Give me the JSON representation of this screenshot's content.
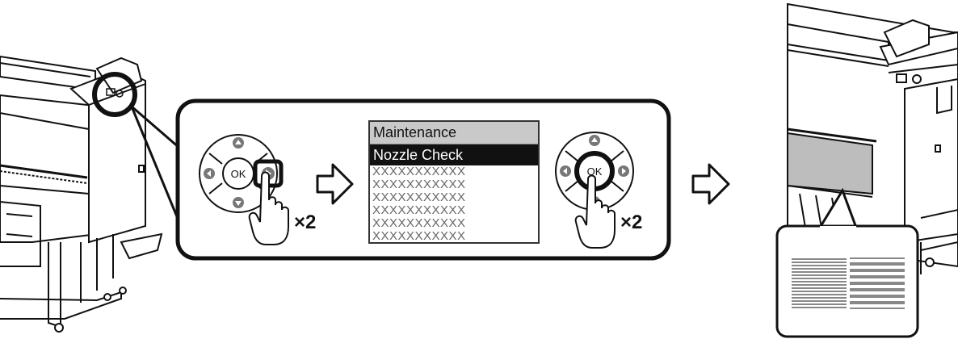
{
  "lcd": {
    "title": "Maintenance",
    "selected": "Nozzle Check",
    "placeholder_rows": [
      "XXXXXXXXXXX",
      "XXXXXXXXXXX",
      "XXXXXXXXXXX",
      "XXXXXXXXXXX",
      "XXXXXXXXXXX",
      "XXXXXXXXXXX"
    ]
  },
  "buttons": {
    "ok_label_1": "OK",
    "ok_label_2": "OK"
  },
  "press_counts": {
    "first": "×2",
    "second": "×2"
  },
  "icons": [
    "printer-icon",
    "control-pad-icon",
    "hand-pointer-icon",
    "arrow-right-icon",
    "nozzle-pattern-icon"
  ]
}
